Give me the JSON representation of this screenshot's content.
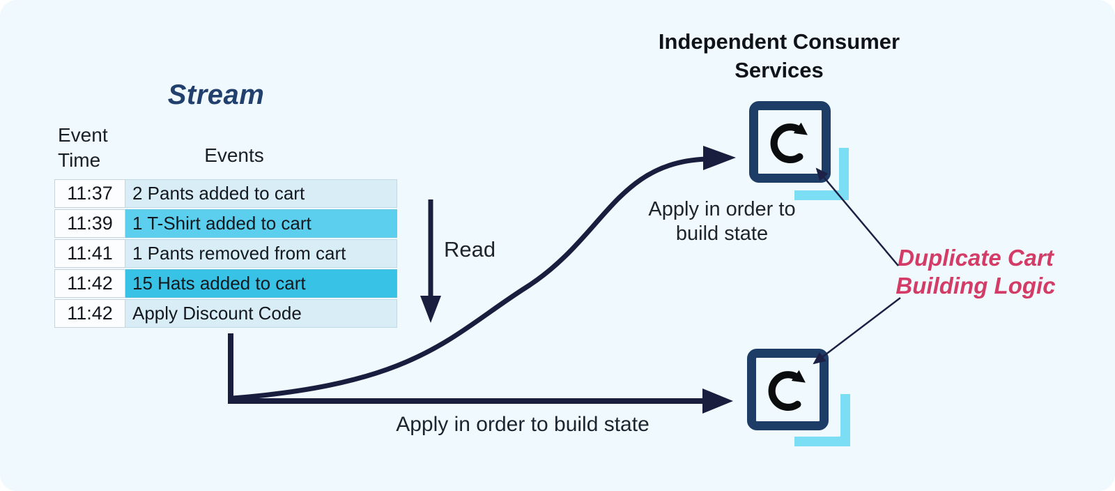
{
  "colors": {
    "background": "#f0f9fd",
    "arrow_navy": "#1a1e3e",
    "icon_border_navy": "#1d3c66",
    "bracket_cyan": "#7cdef4",
    "stream_title_navy": "#21406e",
    "duplicate_pink": "#d33c66",
    "row_light_blue": "#d9edf6",
    "row_highlight_cyan": "#5bcfed",
    "row_highlight_deep_cyan": "#38c3e6",
    "time_cell_bg": "#fbfdfe"
  },
  "stream": {
    "title": "Stream",
    "columns": {
      "time": "Event Time",
      "events": "Events"
    },
    "rows": [
      {
        "time": "11:37",
        "event": "2 Pants added to cart"
      },
      {
        "time": "11:39",
        "event": "1 T-Shirt added to cart"
      },
      {
        "time": "11:41",
        "event": "1 Pants removed from cart"
      },
      {
        "time": "11:42",
        "event": "15 Hats added to cart"
      },
      {
        "time": "11:42",
        "event": "Apply Discount Code"
      }
    ]
  },
  "labels": {
    "read": "Read",
    "apply_top": "Apply in order to build state",
    "apply_bottom": "Apply in order to build state",
    "consumer_services_title": "Independent Consumer Services",
    "duplicate_logic": "Duplicate Cart Building Logic"
  },
  "icons": {
    "consumer_service": "refresh-icon"
  }
}
